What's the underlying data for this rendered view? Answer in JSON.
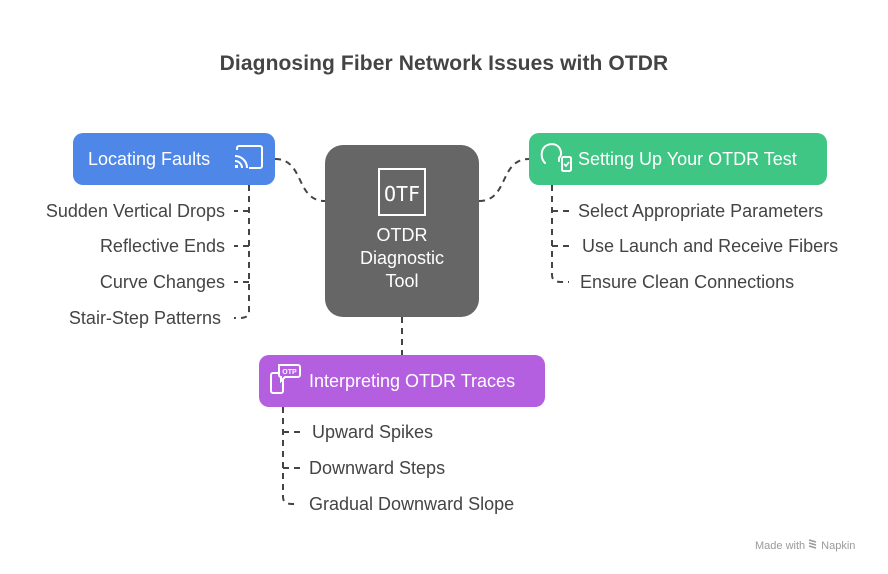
{
  "title": "Diagnosing Fiber Network Issues with OTDR",
  "center": {
    "label": "OTDR\nDiagnostic\nTool",
    "icon": "otf-box-icon",
    "icon_text": "OTF"
  },
  "branches": [
    {
      "id": "locating-faults",
      "label": "Locating Faults",
      "icon": "cast-icon",
      "color": "#4f87e8",
      "items": [
        "Sudden Vertical Drops",
        "Reflective Ends",
        "Curve Changes",
        "Stair-Step Patterns"
      ]
    },
    {
      "id": "setting-up",
      "label": "Setting Up Your OTDR Test",
      "icon": "head-phone-check-icon",
      "color": "#3fc584",
      "items": [
        "Select Appropriate Parameters",
        "Use Launch and Receive Fibers",
        "Ensure Clean Connections"
      ]
    },
    {
      "id": "interpreting",
      "label": "Interpreting OTDR Traces",
      "icon": "phone-otp-icon",
      "icon_text": "OTP",
      "color": "#b35fe0",
      "items": [
        "Upward Spikes",
        "Downward Steps",
        "Gradual Downward Slope"
      ]
    }
  ],
  "watermark": {
    "prefix": "Made with",
    "brand": "Napkin",
    "icon": "napkin-logo-icon"
  }
}
